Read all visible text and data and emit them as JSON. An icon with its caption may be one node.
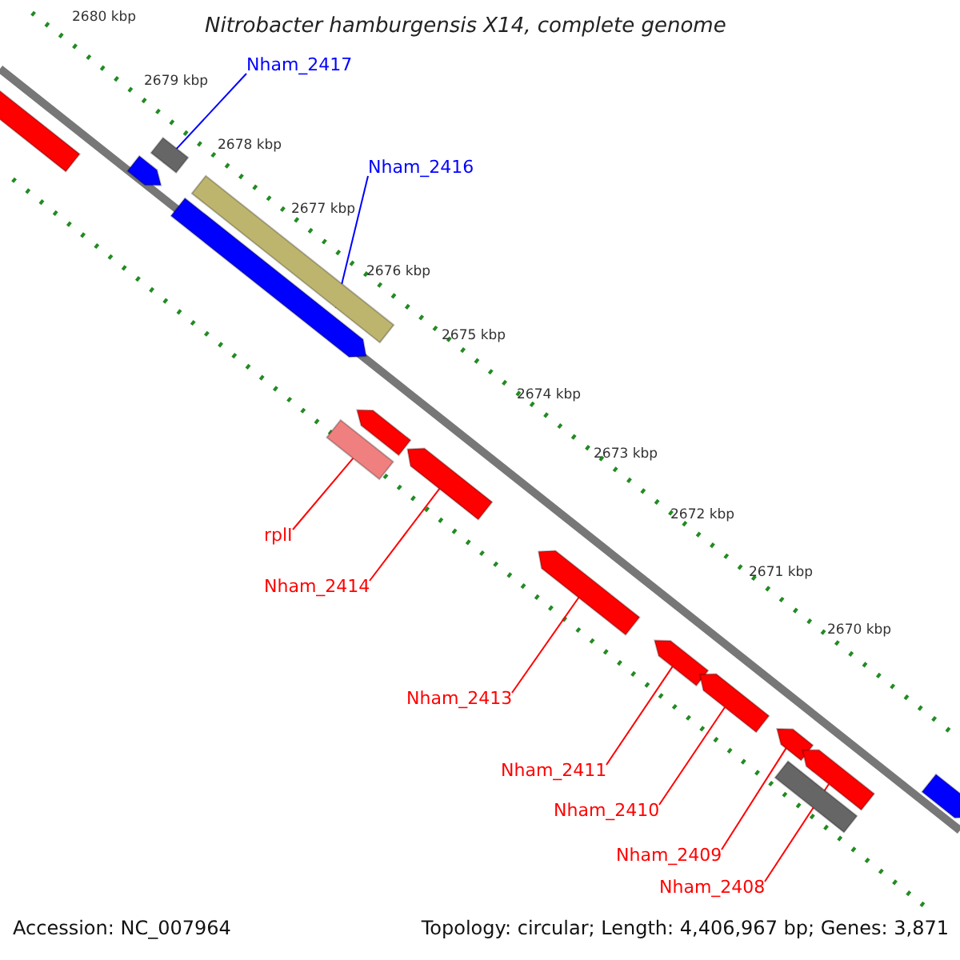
{
  "diagram": {
    "title": "Nitrobacter hamburgensis X14, complete genome",
    "nodes": [
      {
        "text": [],
        "shape": "bar"
      },
      {
        "text": [],
        "shape": "bar"
      },
      {
        "text": [],
        "shape": "arrow"
      },
      {
        "text": [],
        "shape": "bar"
      },
      {
        "text": [],
        "shape": "arrow"
      },
      {
        "text": [],
        "shape": "arrow"
      },
      {
        "text": [],
        "shape": "bar"
      },
      {
        "text": [],
        "shape": "arrow"
      },
      {
        "text": [],
        "shape": "arrow"
      },
      {
        "text": [],
        "shape": "arrow"
      },
      {
        "text": [],
        "shape": "arrow"
      },
      {
        "text": [],
        "shape": "arrow"
      },
      {
        "text": [],
        "shape": "arrow"
      },
      {
        "text": [],
        "shape": "bar"
      },
      {
        "text": [],
        "shape": "arrow"
      },
      {
        "text": [
          "Nham_2417"
        ]
      },
      {
        "text": [
          "Nham_2416"
        ]
      },
      {
        "text": [
          "rplI"
        ]
      },
      {
        "text": [
          "Nham_2414"
        ]
      },
      {
        "text": [
          "Nham_2413"
        ]
      },
      {
        "text": [
          "Nham_2411"
        ]
      },
      {
        "text": [
          "Nham_2410"
        ]
      },
      {
        "text": [
          "Nham_2409"
        ]
      },
      {
        "text": [
          "Nham_2408"
        ]
      }
    ],
    "edges": [
      {
        "from": 15,
        "to": 1,
        "arrow": "none",
        "color": "#0000ff"
      },
      {
        "from": 16,
        "to": 3,
        "arrow": "none",
        "color": "#0000ff"
      },
      {
        "from": 17,
        "to": 6,
        "arrow": "none"
      },
      {
        "from": 18,
        "to": 7,
        "arrow": "none"
      },
      {
        "from": 19,
        "to": 8,
        "arrow": "none"
      },
      {
        "from": 20,
        "to": 9,
        "arrow": "none"
      },
      {
        "from": 21,
        "to": 10,
        "arrow": "none"
      },
      {
        "from": 22,
        "to": 11,
        "arrow": "none"
      },
      {
        "from": 23,
        "to": 12,
        "arrow": "none"
      }
    ],
    "labels": [
      "2680 kbp",
      "2679 kbp",
      "2678 kbp",
      "2677 kbp",
      "2676 kbp",
      "2675 kbp",
      "2674 kbp",
      "2673 kbp",
      "2672 kbp",
      "2671 kbp",
      "2670 kbp",
      "Accession: NC_007964",
      "Topology: circular; Length: 4,406,967 bp; Genes: 3,871"
    ]
  }
}
